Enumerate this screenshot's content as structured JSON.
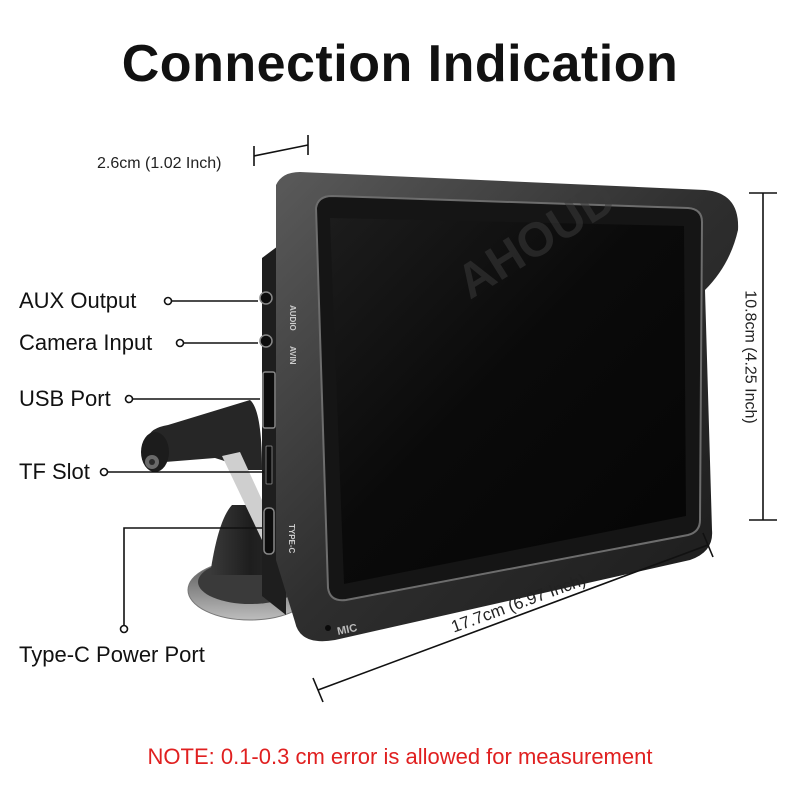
{
  "title": "Connection Indication",
  "labels": {
    "aux_output": "AUX Output",
    "camera_input": "Camera Input",
    "usb_port": "USB Port",
    "tf_slot": "TF Slot",
    "typec_power_port": "Type-C Power Port"
  },
  "dimensions": {
    "depth": "2.6cm (1.02 Inch)",
    "height": "10.8cm (4.25 Inch)",
    "width": "17.7cm (6.97 Inch)"
  },
  "device_text": {
    "watermark": "AHOUD",
    "audio_port": "AUDIO",
    "avin_port": "AVIN",
    "typec_port": "TYPE-C",
    "mic": "MIC"
  },
  "note": "NOTE: 0.1-0.3 cm error is allowed for measurement",
  "colors": {
    "note": "#e02020",
    "device_body": "#2b2b2b",
    "screen": "#0c0c0c"
  }
}
